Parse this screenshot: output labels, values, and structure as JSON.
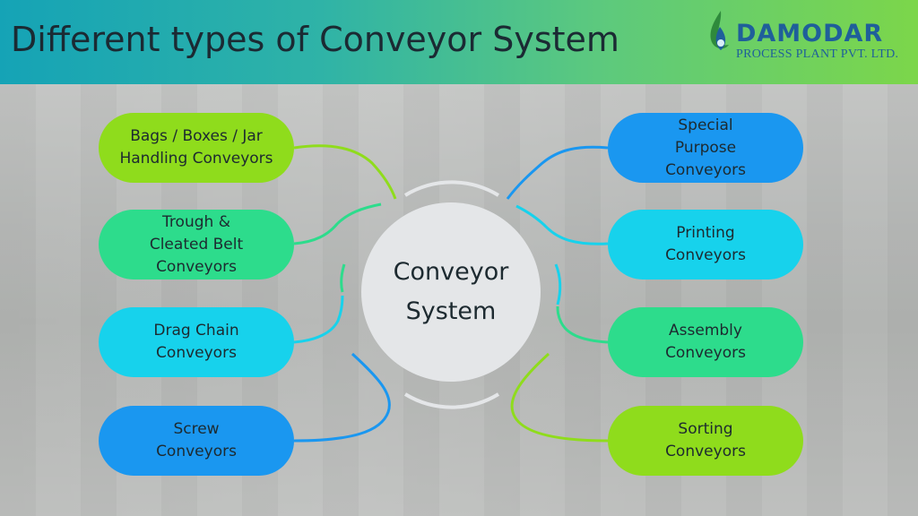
{
  "header": {
    "title": "Different types of Conveyor System",
    "logo": {
      "name": "DAMODAR",
      "tagline": "PROCESS PLANT PVT. LTD.",
      "icon": "water-drop-leaf-icon"
    }
  },
  "diagram": {
    "center": "Conveyor\nSystem",
    "left_nodes": [
      {
        "label": "Bags / Boxes / Jar\nHandling Conveyors",
        "color": "#8fdc1c"
      },
      {
        "label": "Trough &\nCleated Belt\nConveyors",
        "color": "#2ddc8c"
      },
      {
        "label": "Drag Chain\nConveyors",
        "color": "#17d2ec"
      },
      {
        "label": "Screw\nConveyors",
        "color": "#1a97f0"
      }
    ],
    "right_nodes": [
      {
        "label": "Special\nPurpose\nConveyors",
        "color": "#1a97f0"
      },
      {
        "label": "Printing\nConveyors",
        "color": "#17d2ec"
      },
      {
        "label": "Assembly\nConveyors",
        "color": "#2ddc8c"
      },
      {
        "label": "Sorting\nConveyors",
        "color": "#8fdc1c"
      }
    ]
  }
}
